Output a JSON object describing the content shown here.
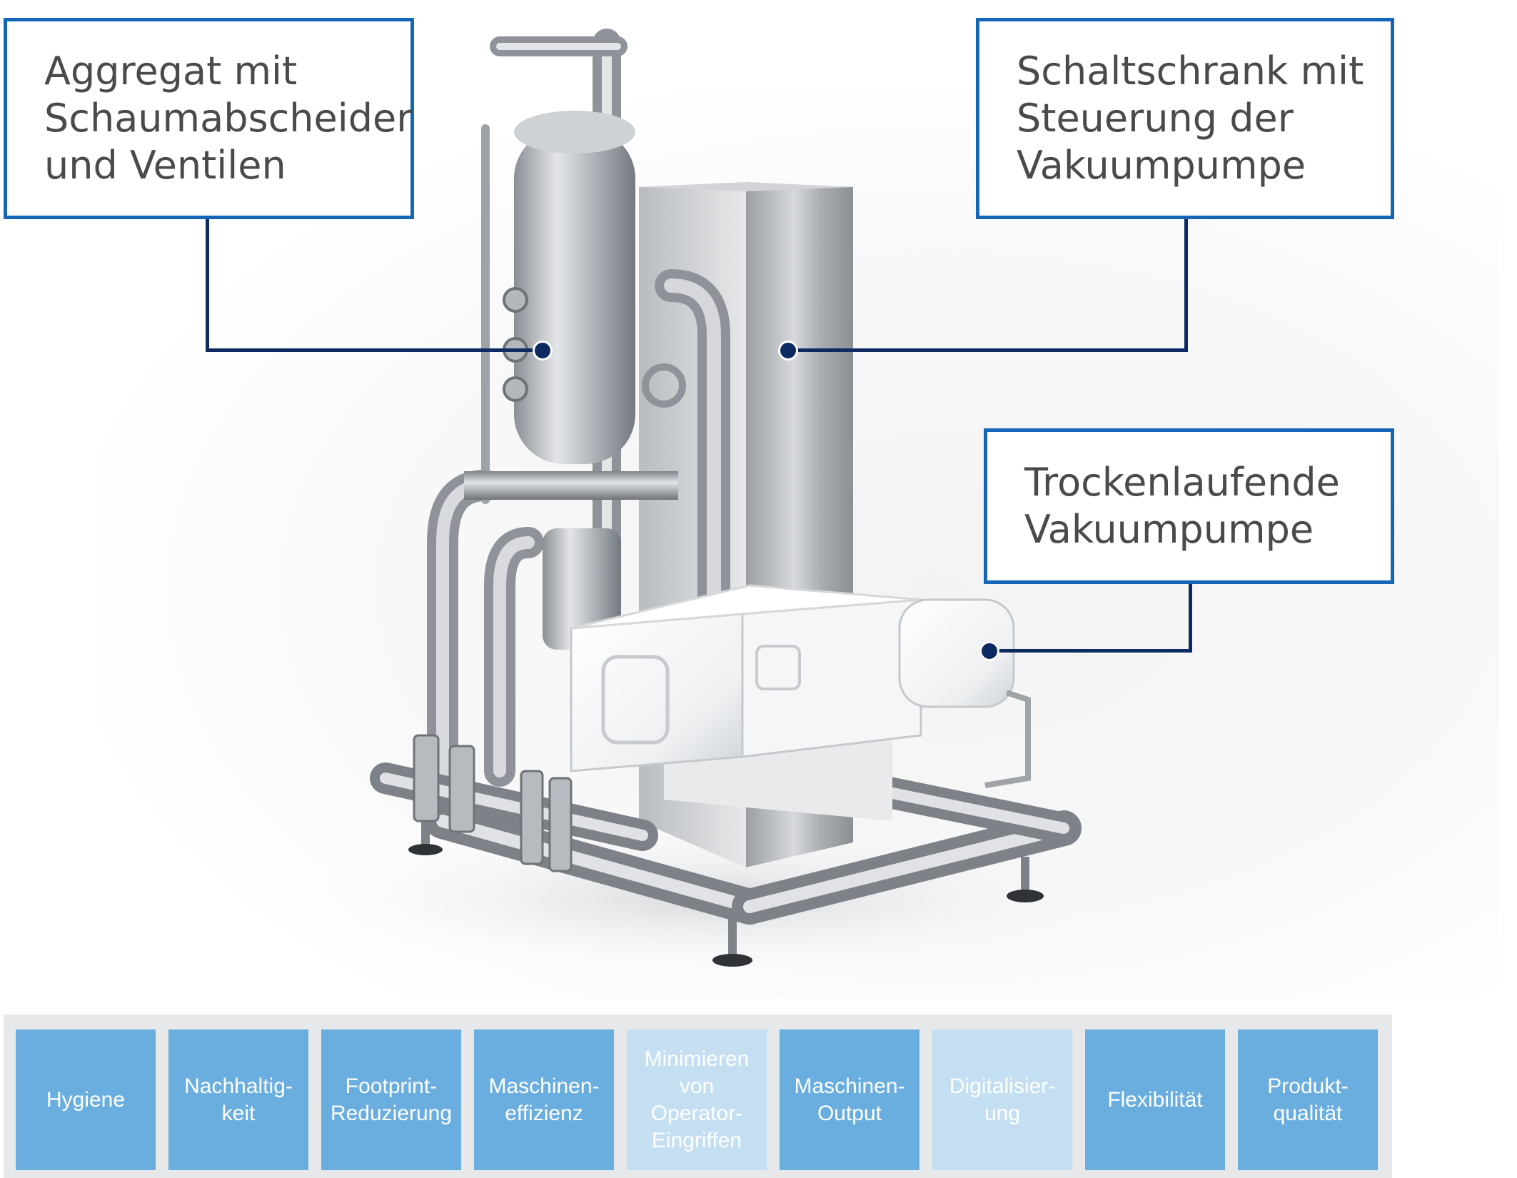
{
  "callouts": {
    "aggregate": "Aggregat mit\nSchaumabscheider\nund Ventilen",
    "cabinet": "Schaltschrank mit\nSteuerung der\nVakuumpumpe",
    "pump": "Trockenlaufende\nVakuumpumpe"
  },
  "features": [
    {
      "label": "Hygiene",
      "state": "active"
    },
    {
      "label": "Nachhaltig-\nkeit",
      "state": "active"
    },
    {
      "label": "Footprint-\nReduzierung",
      "state": "active"
    },
    {
      "label": "Maschinen-\neffizienz",
      "state": "active"
    },
    {
      "label": "Minimieren\nvon\nOperator-\nEingriffen",
      "state": "inactive"
    },
    {
      "label": "Maschinen-\nOutput",
      "state": "active"
    },
    {
      "label": "Digitalisier-\nung",
      "state": "inactive"
    },
    {
      "label": "Flexibilität",
      "state": "active"
    },
    {
      "label": "Produkt-\nqualität",
      "state": "active"
    }
  ],
  "colors": {
    "callout_border": "#1565b8",
    "leader": "#0d2a63",
    "feature_active": "#6aaee0",
    "feature_inactive": "#c4dff2",
    "feature_bar": "#e6e8ea"
  },
  "image": {
    "subject": "vacuum-pump-skid-illustration"
  }
}
